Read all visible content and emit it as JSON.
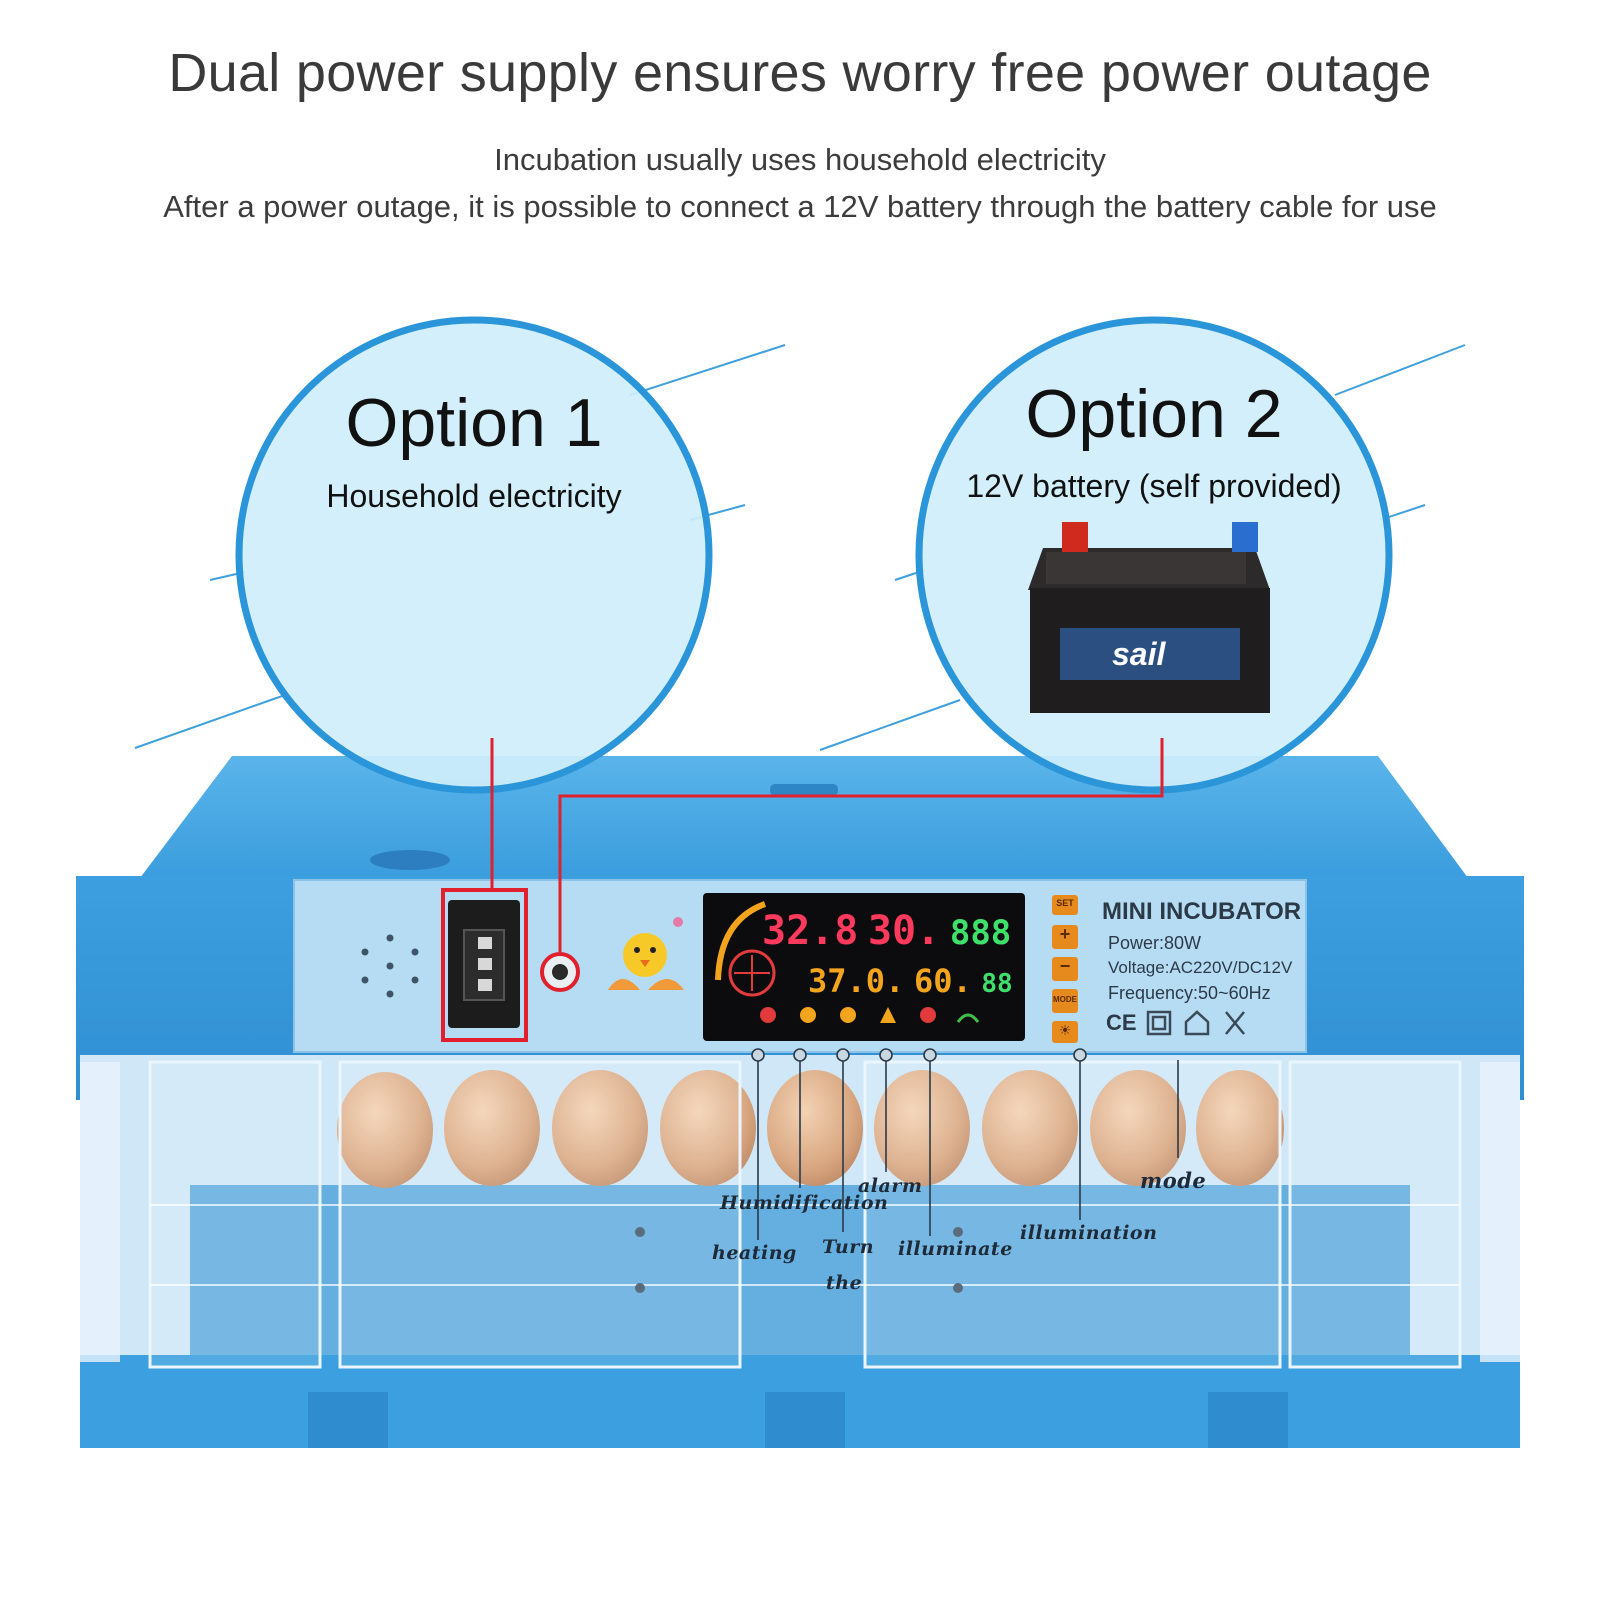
{
  "headline": "Dual power supply ensures worry free power outage",
  "subtitle_line1": "Incubation usually uses household electricity",
  "subtitle_line2": "After a power outage, it is possible to connect a 12V battery through the battery cable for use",
  "option1": {
    "title": "Option 1",
    "description": "Household electricity"
  },
  "option2": {
    "title": "Option 2",
    "description": "12V battery (self provided)"
  },
  "battery_brand": "sail",
  "panel": {
    "product_name": "MINI INCUBATOR",
    "power": "Power:80W",
    "voltage": "Voltage:AC220V/DC12V",
    "frequency": "Frequency:50~60Hz",
    "lcd_row1": [
      "32.8",
      "30.",
      "888"
    ],
    "lcd_row2": [
      "37.0.",
      "60.",
      "88"
    ],
    "buttons": [
      "SET",
      "+",
      "−",
      "MODE",
      "☀"
    ]
  },
  "annotations": {
    "humidification": "Humidification",
    "alarm": "alarm",
    "mode": "mode",
    "heating": "heating",
    "turn": "Turn",
    "the": "the",
    "illuminate": "illuminate",
    "illumination": "illumination"
  },
  "colors": {
    "body_blue": "#3fa1e0",
    "circle_fill": "#cfeefb",
    "circle_border": "#2a95d8",
    "wire_red": "#e0202c"
  }
}
